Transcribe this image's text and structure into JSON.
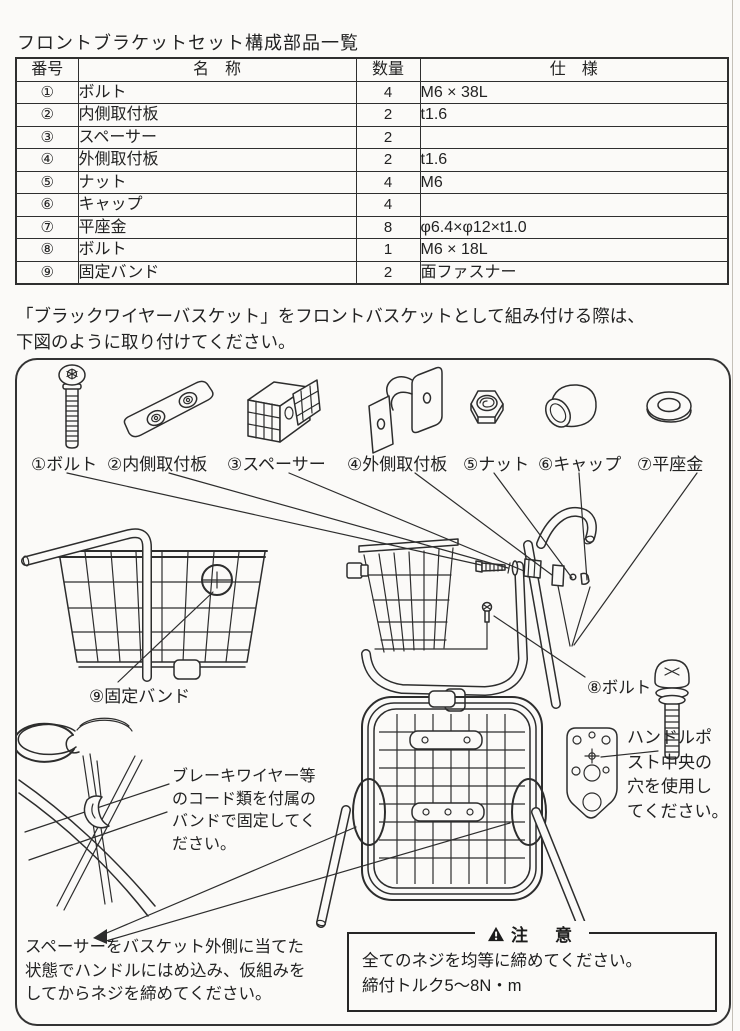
{
  "colors": {
    "ink": "#2d2d2d",
    "paper": "#fbfaf8"
  },
  "title": "フロントブラケットセット構成部品一覧",
  "table": {
    "headers": {
      "no": "番号",
      "name": "名　称",
      "qty": "数量",
      "spec": "仕　様"
    },
    "rows": [
      {
        "no": "①",
        "name": "ボルト",
        "qty": "4",
        "spec": "M6 × 38L"
      },
      {
        "no": "②",
        "name": "内側取付板",
        "qty": "2",
        "spec": "t1.6"
      },
      {
        "no": "③",
        "name": "スペーサー",
        "qty": "2",
        "spec": ""
      },
      {
        "no": "④",
        "name": "外側取付板",
        "qty": "2",
        "spec": "t1.6"
      },
      {
        "no": "⑤",
        "name": "ナット",
        "qty": "4",
        "spec": "M6"
      },
      {
        "no": "⑥",
        "name": "キャップ",
        "qty": "4",
        "spec": ""
      },
      {
        "no": "⑦",
        "name": "平座金",
        "qty": "8",
        "spec": "φ6.4×φ12×t1.0"
      },
      {
        "no": "⑧",
        "name": "ボルト",
        "qty": "1",
        "spec": "M6 × 18L"
      },
      {
        "no": "⑨",
        "name": "固定バンド",
        "qty": "2",
        "spec": "面ファスナー"
      }
    ]
  },
  "intro": "「ブラックワイヤーバスケット」をフロントバスケットとして組み付ける際は、\n下図のように取り付けてください。",
  "diagram": {
    "part_labels": [
      "①ボルト",
      "②内側取付板",
      "③スペーサー",
      "④外側取付板",
      "⑤ナット",
      "⑥キャップ",
      "⑦平座金"
    ],
    "band_label": "⑨固定バンド",
    "bolt8_label": "⑧ボルト",
    "handlepost_note": "ハンドルポ\nスト中央の\n穴を使用し\nてください。",
    "brake_note": "ブレーキワイヤー等\nのコード類を付属の\nバンドで固定してく\nださい。",
    "spacer_note": "スペーサーをバスケット外側に当てた\n状態でハンドルにはめ込み、仮組みを\nしてからネジを締めてください。",
    "caution": {
      "title": "注　意",
      "body": "全てのネジを均等に締めてください。\n締付トルク5～8N・m"
    }
  }
}
